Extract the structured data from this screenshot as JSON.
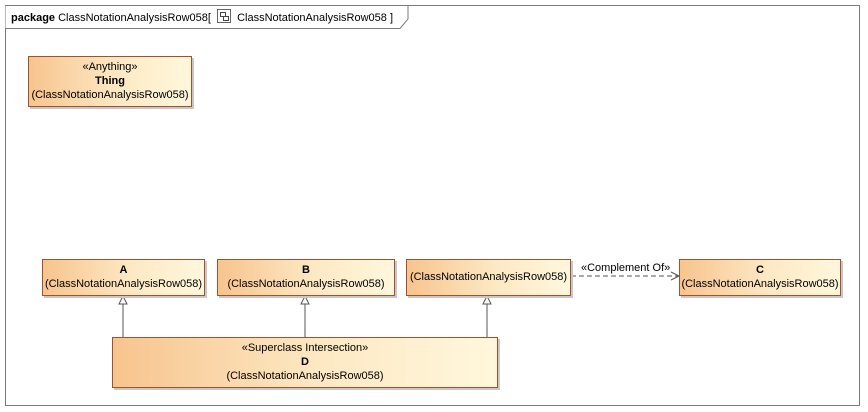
{
  "diagram": {
    "keyword": "package",
    "name": "ClassNotationAnalysisRow058",
    "bracket_open": "[",
    "diagram_name": "ClassNotationAnalysisRow058",
    "bracket_close": "]"
  },
  "classes": {
    "thing": {
      "stereotype": "«Anything»",
      "name": "Thing",
      "namespace": "(ClassNotationAnalysisRow058)"
    },
    "a": {
      "name": "A",
      "namespace": "(ClassNotationAnalysisRow058)"
    },
    "b": {
      "name": "B",
      "namespace": "(ClassNotationAnalysisRow058)"
    },
    "anon": {
      "namespace": "(ClassNotationAnalysisRow058)"
    },
    "c": {
      "name": "C",
      "namespace": "(ClassNotationAnalysisRow058)"
    },
    "d": {
      "stereotype": "«Superclass Intersection»",
      "name": "D",
      "namespace": "(ClassNotationAnalysisRow058)"
    }
  },
  "relations": {
    "complement_label": "«Complement Of»"
  },
  "colors": {
    "border": "#a0522d",
    "fill_start": "#f7c48e",
    "fill_end": "#fff7dc",
    "line": "#555555"
  }
}
